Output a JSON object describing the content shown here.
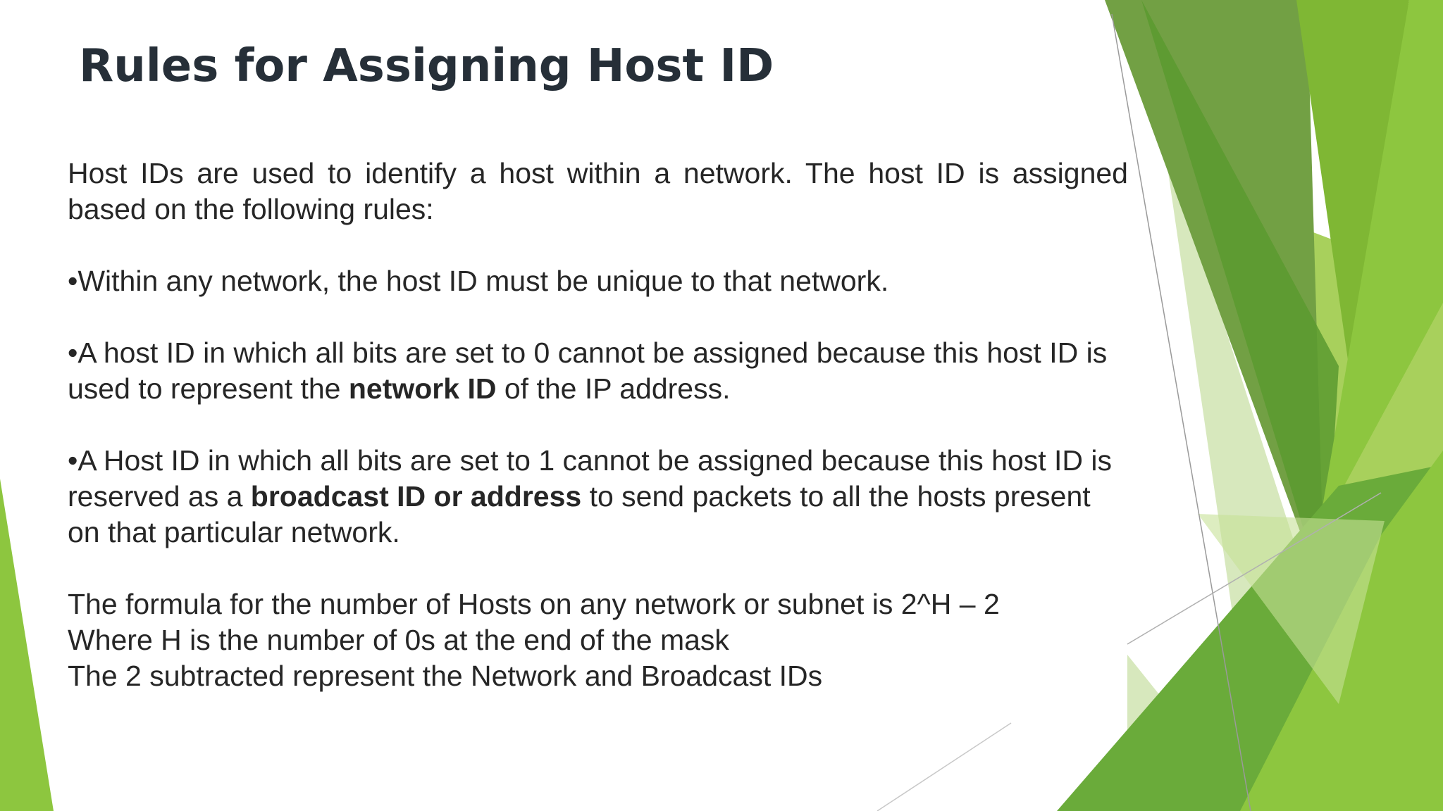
{
  "slide": {
    "title": "Rules for Assigning Host ID",
    "intro": "Host IDs are used to identify a host within a network. The host ID is assigned based on the following rules:",
    "rules": [
      {
        "before": "•Within any network, the host ID must be unique to that network.",
        "bold": "",
        "after": ""
      },
      {
        "before": "•A host ID in which all bits are set to 0 cannot be assigned because this host ID is used to represent the ",
        "bold": "network ID",
        "after": " of the IP address."
      },
      {
        "before": "•A Host ID in which all bits are set to 1 cannot be assigned because this host ID is reserved as a ",
        "bold": "broadcast ID or address",
        "after": " to send packets to all the hosts present on that particular network."
      }
    ],
    "formula_lines": [
      "The formula for the number of Hosts on any network or subnet is 2^H – 2",
      "Where H is the number of 0s at the end of the mask",
      "The 2 subtracted represent the Network and Broadcast IDs"
    ]
  },
  "theme": {
    "title_color": "#262f38",
    "text_color": "#262626",
    "accent_colors": [
      "#8dc63f",
      "#5a9a2f",
      "#72a044",
      "#a8d05c",
      "#d7e8bd"
    ]
  }
}
